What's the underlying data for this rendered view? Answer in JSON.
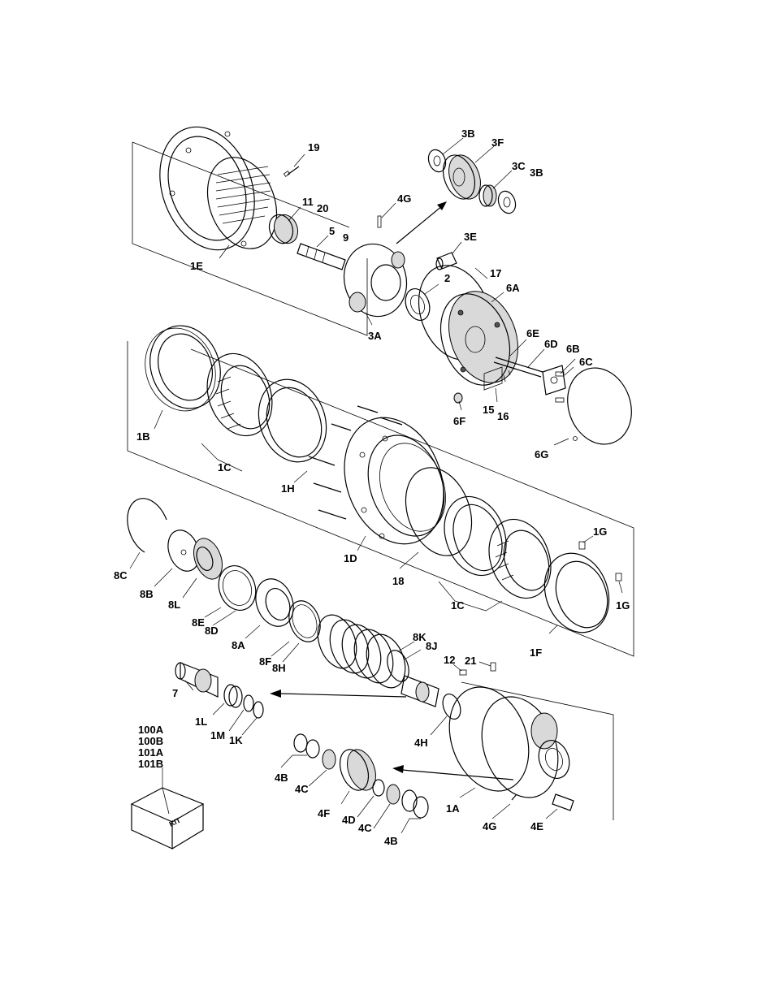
{
  "labels": {
    "l19": "19",
    "l3b_top": "3B",
    "l3f": "3F",
    "l3c": "3C",
    "l3b_right": "3B",
    "l4g_top": "4G",
    "l11": "11",
    "l20": "20",
    "l5": "5",
    "l9": "9",
    "l3e": "3E",
    "l1e": "1E",
    "l2": "2",
    "l17": "17",
    "l6a": "6A",
    "l3a": "3A",
    "l6e": "6E",
    "l6d": "6D",
    "l6b": "6B",
    "l6c": "6C",
    "l15": "15",
    "l16": "16",
    "l6f": "6F",
    "l6g": "6G",
    "l1b": "1B",
    "l1c_top": "1C",
    "l1h": "1H",
    "l1d": "1D",
    "l18": "18",
    "l1c_bottom": "1C",
    "l1g_top": "1G",
    "l1g_right": "1G",
    "l1f": "1F",
    "l8c": "8C",
    "l8b": "8B",
    "l8l": "8L",
    "l8e": "8E",
    "l8d": "8D",
    "l8a": "8A",
    "l8f": "8F",
    "l8h": "8H",
    "l8k": "8K",
    "l8j": "8J",
    "l12": "12",
    "l21": "21",
    "l7": "7",
    "l1l": "1L",
    "l1m": "1M",
    "l1k": "1K",
    "l4h": "4H",
    "l4b_left": "4B",
    "l4c_left": "4C",
    "l4f": "4F",
    "l4d": "4D",
    "l4c_right": "4C",
    "l4b_right": "4B",
    "l1a": "1A",
    "l4g_bottom": "4G",
    "l4e": "4E",
    "kit_100a": "100A",
    "kit_100b": "100B",
    "kit_101a": "101A",
    "kit_101b": "101B",
    "kit_box": "KIT"
  }
}
